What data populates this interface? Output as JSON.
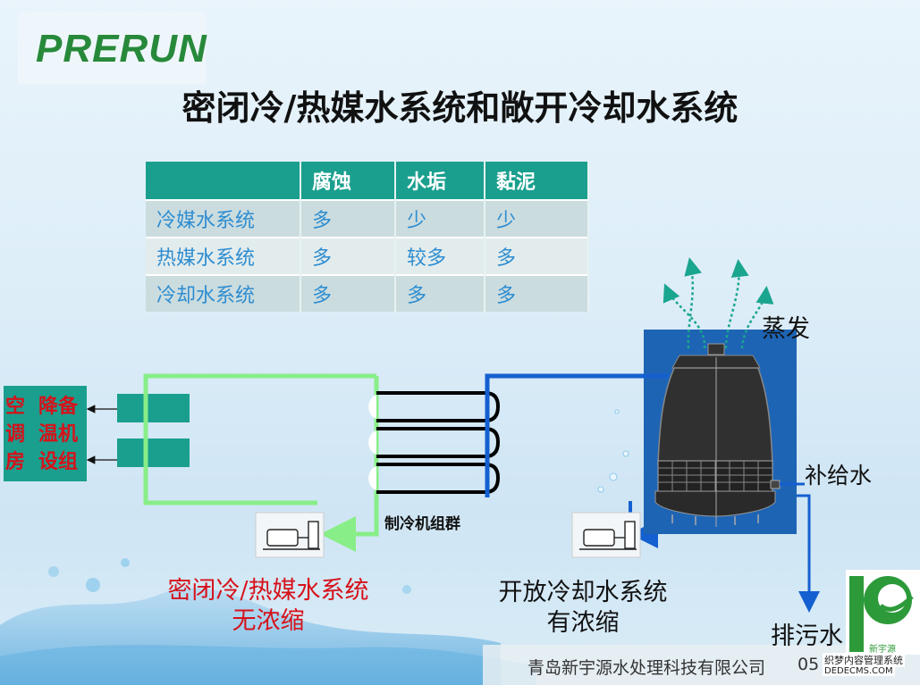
{
  "logo_text": "PRERUN",
  "title": "密闭冷/热媒水系统和敞开冷却水系统",
  "table": {
    "headers": [
      "",
      "腐蚀",
      "水垢",
      "黏泥"
    ],
    "rows": [
      [
        "冷媒水系统",
        "多",
        "少",
        "少"
      ],
      [
        "热媒水系统",
        "多",
        "较多",
        "多"
      ],
      [
        "冷却水系统",
        "多",
        "多",
        "多"
      ]
    ]
  },
  "diagram": {
    "left_box": {
      "col1": [
        "空",
        "调",
        "房"
      ],
      "col2": [
        "降备",
        "温机",
        "设组"
      ]
    },
    "chiller_label": "制冷机组群",
    "evaporation_label": "蒸发",
    "makeup_label": "补给水",
    "blowdown_label": "排污水",
    "closed_system_line1": "密闭冷/热媒水系统",
    "closed_system_line2": "无浓缩",
    "open_system_line1": "开放冷却水系统",
    "open_system_line2": "有浓缩"
  },
  "footer": {
    "company": "青岛新宇源水处理科技有限公司",
    "number_fragment": "05",
    "logo_chars": "新宇源",
    "watermark_line1": "织梦内容管理系统",
    "watermark_line2": "DEDECMS.COM"
  },
  "colors": {
    "green_pipe": "#88ee88",
    "blue_pipe": "#1560d0",
    "teal": "#1a9f8e",
    "red_text": "#d6121b",
    "tower_bg": "#1e64b4"
  }
}
